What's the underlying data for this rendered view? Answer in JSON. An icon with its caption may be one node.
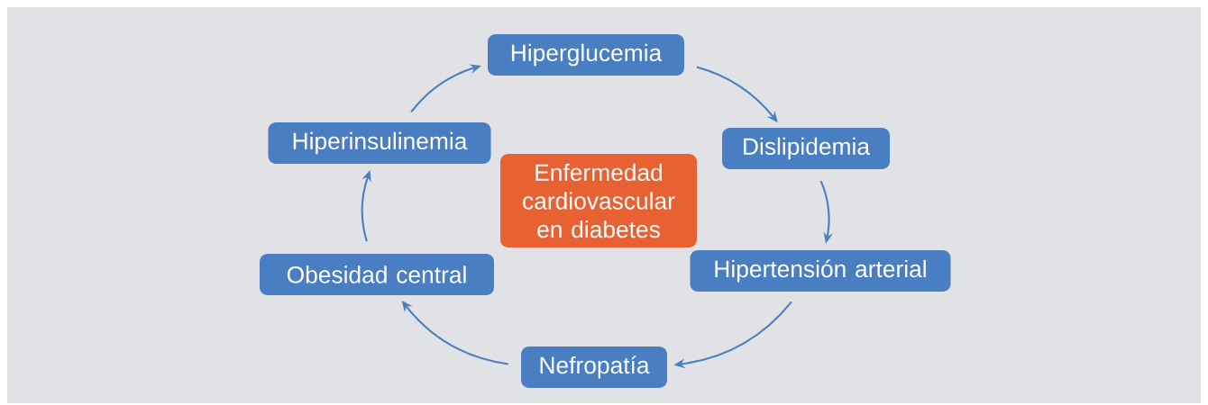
{
  "diagram": {
    "nodes": [
      {
        "text": [
          "Hiperglucemia"
        ]
      },
      {
        "text": [
          "Dislipidemia"
        ]
      },
      {
        "text": [
          "Hipertensión arterial"
        ]
      },
      {
        "text": [
          "Nefropatía"
        ]
      },
      {
        "text": [
          "Obesidad central"
        ]
      },
      {
        "text": [
          "Hiperinsulinemia"
        ]
      },
      {
        "text": [
          "Enfermedad cardiovascular en diabetes"
        ]
      }
    ],
    "edges": [
      {
        "from": 0,
        "to": 1,
        "arrow": "to"
      },
      {
        "from": 1,
        "to": 2,
        "arrow": "to"
      },
      {
        "from": 2,
        "to": 3,
        "arrow": "to"
      },
      {
        "from": 3,
        "to": 4,
        "arrow": "to"
      },
      {
        "from": 4,
        "to": 5,
        "arrow": "to"
      },
      {
        "from": 5,
        "to": 0,
        "arrow": "to"
      }
    ]
  }
}
